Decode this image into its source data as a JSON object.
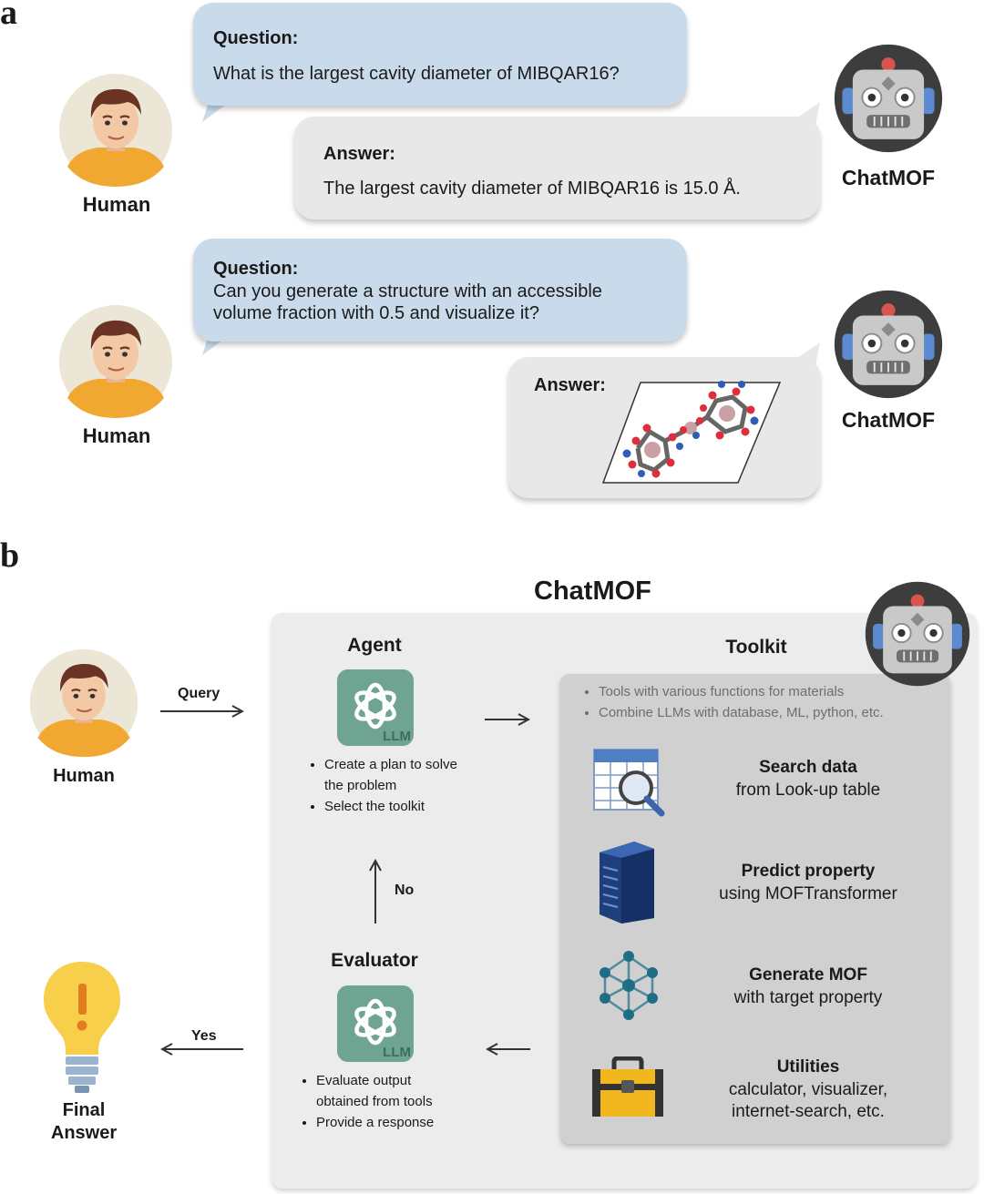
{
  "panel_a": {
    "letter": "a",
    "exchange_1": {
      "question_heading": "Question:",
      "question_text": "What is the largest cavity diameter of MIBQAR16?",
      "answer_heading": "Answer:",
      "answer_text": "The largest cavity diameter of MIBQAR16 is 15.0 Å.",
      "human_label": "Human",
      "bot_label": "ChatMOF"
    },
    "exchange_2": {
      "question_heading": "Question:",
      "question_line1": "Can you generate a structure with an accessible",
      "question_line2": "volume fraction with 0.5 and visualize it?",
      "answer_heading": "Answer:",
      "human_label": "Human",
      "bot_label": "ChatMOF"
    }
  },
  "panel_b": {
    "letter": "b",
    "title": "ChatMOF",
    "human_label": "Human",
    "query_label": "Query",
    "agent": {
      "title": "Agent",
      "llm_label": "LLM",
      "bullets": [
        "Create a plan to solve the problem",
        "Select the toolkit"
      ]
    },
    "no_label": "No",
    "yes_label": "Yes",
    "evaluator": {
      "title": "Evaluator",
      "llm_label": "LLM",
      "bullets": [
        "Evaluate output obtained from tools",
        "Provide a response"
      ]
    },
    "final_answer_line1": "Final",
    "final_answer_line2": "Answer",
    "toolkit": {
      "title": "Toolkit",
      "bullets": [
        "Tools with various functions for materials",
        "Combine LLMs with database, ML, python, etc."
      ],
      "tools": [
        {
          "title": "Search data",
          "subtitle": "from Look-up table"
        },
        {
          "title": "Predict property",
          "subtitle": "using MOFTransformer"
        },
        {
          "title": "Generate MOF",
          "subtitle": "with target property"
        },
        {
          "title": "Utilities",
          "subtitle": "calculator, visualizer,",
          "subtitle2": "internet-search, etc."
        }
      ]
    }
  }
}
